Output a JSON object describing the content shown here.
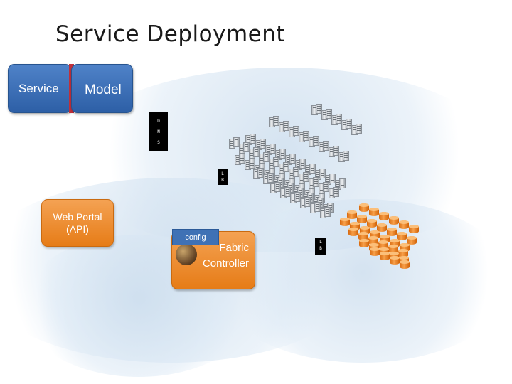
{
  "title": "Service Deployment",
  "boxes": {
    "service": "Service",
    "model": "Model",
    "web_portal": "Web Portal\n(API)",
    "fabric_controller": "Fabric\nController",
    "config": "config"
  },
  "labels": {
    "dns": [
      "D",
      "N",
      "S"
    ],
    "lb1": [
      "L",
      "B"
    ],
    "lb2": [
      "L",
      "B"
    ]
  },
  "icons": {
    "servers": "server-rack-icon",
    "storage": "storage-drum-icon",
    "globe": "globe-icon"
  },
  "colors": {
    "blue": "#3f71b5",
    "orange": "#e67c17",
    "red": "#c0303b",
    "black": "#000000"
  }
}
